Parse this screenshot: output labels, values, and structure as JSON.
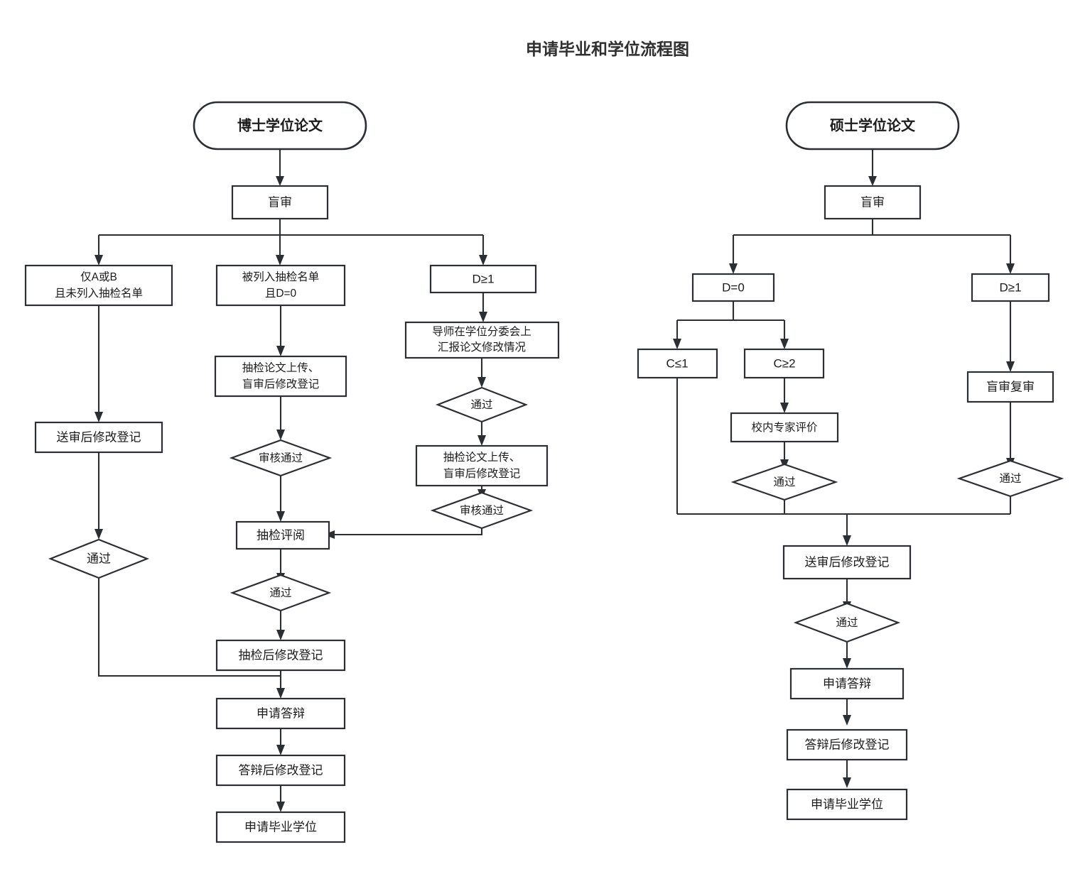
{
  "title": "申请毕业和学位流程图",
  "colors": {
    "stroke": "#2b2f33",
    "fill": "#ffffff",
    "text": "#1c1c1c",
    "title": "#2f2f2f"
  },
  "chart_data": {
    "type": "diagram",
    "title": "申请毕业和学位流程图",
    "diagram_kind": "flowchart",
    "branches": [
      {
        "id": "doctoral",
        "start": "博士学位论文",
        "nodes": [
          {
            "id": "d-start",
            "shape": "terminator",
            "label": "博士学位论文"
          },
          {
            "id": "d-blind",
            "shape": "process",
            "label": "盲审"
          },
          {
            "id": "d-a",
            "shape": "process",
            "label": "仅A或B\n且未列入抽检名单"
          },
          {
            "id": "d-b",
            "shape": "process",
            "label": "被列入抽检名单\n且D=0"
          },
          {
            "id": "d-c",
            "shape": "process",
            "label": "D≥1"
          },
          {
            "id": "d-a1",
            "shape": "process",
            "label": "送审后修改登记"
          },
          {
            "id": "d-a2",
            "shape": "decision",
            "label": "通过"
          },
          {
            "id": "d-b1",
            "shape": "process",
            "label": "抽检论文上传、\n盲审后修改登记"
          },
          {
            "id": "d-b2",
            "shape": "decision",
            "label": "审核通过"
          },
          {
            "id": "d-c1",
            "shape": "process",
            "label": "导师在学位分委会上\n汇报论文修改情况"
          },
          {
            "id": "d-c2",
            "shape": "decision",
            "label": "通过"
          },
          {
            "id": "d-c3",
            "shape": "process",
            "label": "抽检论文上传、\n盲审后修改登记"
          },
          {
            "id": "d-c4",
            "shape": "decision",
            "label": "审核通过"
          },
          {
            "id": "d-rev",
            "shape": "process",
            "label": "抽检评阅"
          },
          {
            "id": "d-rev2",
            "shape": "decision",
            "label": "通过"
          },
          {
            "id": "d-after",
            "shape": "process",
            "label": "抽检后修改登记"
          },
          {
            "id": "d-apply",
            "shape": "process",
            "label": "申请答辩"
          },
          {
            "id": "d-post",
            "shape": "process",
            "label": "答辩后修改登记"
          },
          {
            "id": "d-grad",
            "shape": "process",
            "label": "申请毕业学位"
          }
        ],
        "edges": [
          [
            "d-start",
            "d-blind"
          ],
          [
            "d-blind",
            "d-a"
          ],
          [
            "d-blind",
            "d-b"
          ],
          [
            "d-blind",
            "d-c"
          ],
          [
            "d-a",
            "d-a1"
          ],
          [
            "d-a1",
            "d-a2"
          ],
          [
            "d-a2",
            "d-apply"
          ],
          [
            "d-b",
            "d-b1"
          ],
          [
            "d-b1",
            "d-b2"
          ],
          [
            "d-b2",
            "d-rev"
          ],
          [
            "d-c",
            "d-c1"
          ],
          [
            "d-c1",
            "d-c2"
          ],
          [
            "d-c2",
            "d-c3"
          ],
          [
            "d-c3",
            "d-c4"
          ],
          [
            "d-c4",
            "d-rev"
          ],
          [
            "d-rev",
            "d-rev2"
          ],
          [
            "d-rev2",
            "d-after"
          ],
          [
            "d-after",
            "d-apply"
          ],
          [
            "d-apply",
            "d-post"
          ],
          [
            "d-post",
            "d-grad"
          ]
        ]
      },
      {
        "id": "master",
        "start": "硕士学位论文",
        "nodes": [
          {
            "id": "m-start",
            "shape": "terminator",
            "label": "硕士学位论文"
          },
          {
            "id": "m-blind",
            "shape": "process",
            "label": "盲审"
          },
          {
            "id": "m-d0",
            "shape": "process",
            "label": "D=0"
          },
          {
            "id": "m-d1",
            "shape": "process",
            "label": "D≥1"
          },
          {
            "id": "m-c1",
            "shape": "process",
            "label": "C≤1"
          },
          {
            "id": "m-c2",
            "shape": "process",
            "label": "C≥2"
          },
          {
            "id": "m-exp",
            "shape": "process",
            "label": "校内专家评价"
          },
          {
            "id": "m-pass1",
            "shape": "decision",
            "label": "通过"
          },
          {
            "id": "m-re",
            "shape": "process",
            "label": "盲审复审"
          },
          {
            "id": "m-pass2",
            "shape": "decision",
            "label": "通过"
          },
          {
            "id": "m-send",
            "shape": "process",
            "label": "送审后修改登记"
          },
          {
            "id": "m-pass3",
            "shape": "decision",
            "label": "通过"
          },
          {
            "id": "m-apply",
            "shape": "process",
            "label": "申请答辩"
          },
          {
            "id": "m-post",
            "shape": "process",
            "label": "答辩后修改登记"
          },
          {
            "id": "m-grad",
            "shape": "process",
            "label": "申请毕业学位"
          }
        ],
        "edges": [
          [
            "m-start",
            "m-blind"
          ],
          [
            "m-blind",
            "m-d0"
          ],
          [
            "m-blind",
            "m-d1"
          ],
          [
            "m-d0",
            "m-c1"
          ],
          [
            "m-d0",
            "m-c2"
          ],
          [
            "m-c2",
            "m-exp"
          ],
          [
            "m-exp",
            "m-pass1"
          ],
          [
            "m-d1",
            "m-re"
          ],
          [
            "m-re",
            "m-pass2"
          ],
          [
            "m-c1",
            "m-send"
          ],
          [
            "m-pass1",
            "m-send"
          ],
          [
            "m-pass2",
            "m-send"
          ],
          [
            "m-send",
            "m-pass3"
          ],
          [
            "m-pass3",
            "m-apply"
          ],
          [
            "m-apply",
            "m-post"
          ],
          [
            "m-post",
            "m-grad"
          ]
        ]
      }
    ]
  },
  "doctoral": {
    "start": "博士学位论文",
    "blind": "盲审",
    "branch_a_l1": "仅A或B",
    "branch_a_l2": "且未列入抽检名单",
    "branch_b_l1": "被列入抽检名单",
    "branch_b_l2": "且D=0",
    "branch_c": "D≥1",
    "a_send": "送审后修改登记",
    "a_pass": "通过",
    "b_upload_l1": "抽检论文上传、",
    "b_upload_l2": "盲审后修改登记",
    "b_audit": "审核通过",
    "c_report_l1": "导师在学位分委会上",
    "c_report_l2": "汇报论文修改情况",
    "c_pass": "通过",
    "c_upload_l1": "抽检论文上传、",
    "c_upload_l2": "盲审后修改登记",
    "c_audit": "审核通过",
    "review": "抽检评阅",
    "review_pass": "通过",
    "after_review": "抽检后修改登记",
    "apply_defense": "申请答辩",
    "post_defense": "答辩后修改登记",
    "graduate": "申请毕业学位"
  },
  "master": {
    "start": "硕士学位论文",
    "blind": "盲审",
    "d0": "D=0",
    "d1": "D≥1",
    "c_le1": "C≤1",
    "c_ge2": "C≥2",
    "expert": "校内专家评价",
    "pass1": "通过",
    "re_blind": "盲审复审",
    "pass2": "通过",
    "send": "送审后修改登记",
    "pass3": "通过",
    "apply_defense": "申请答辩",
    "post_defense": "答辩后修改登记",
    "graduate": "申请毕业学位"
  }
}
